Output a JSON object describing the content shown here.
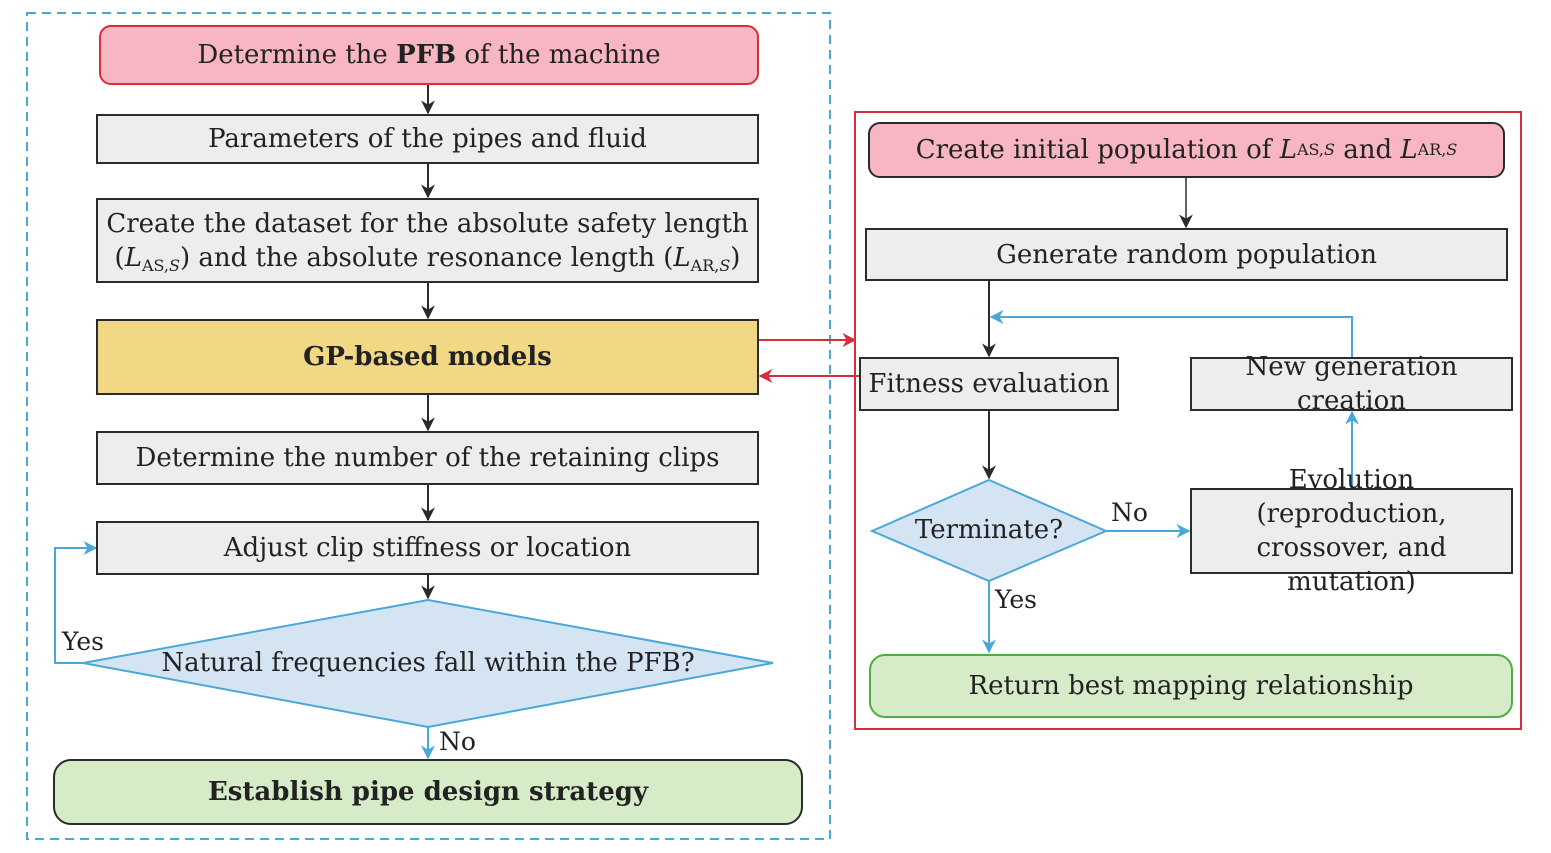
{
  "left_flow": {
    "step1": {
      "pre": "Determine the ",
      "bold": "PFB",
      "post": " of the machine"
    },
    "step2": "Parameters of the pipes and fluid",
    "step3": {
      "line1": "Create the dataset for the absolute safety length",
      "line2_a": "(",
      "line2_var1": "L",
      "line2_sub1": "AS,",
      "line2_subvar1": "S",
      "line2_b": ") and the absolute resonance length (",
      "line2_var2": "L",
      "line2_sub2": "AR,",
      "line2_subvar2": "S",
      "line2_c": ")"
    },
    "step4": "GP-based models",
    "step5": "Determine the number of the retaining clips",
    "step6": "Adjust clip stiffness or location",
    "decision": "Natural frequencies fall within the PFB?",
    "yes_label": "Yes",
    "no_label": "No",
    "final": "Establish pipe design strategy"
  },
  "right_flow": {
    "start": {
      "pre": "Create initial population of ",
      "var1": "L",
      "sub1": "AS,",
      "subvar1": "S",
      "mid": " and ",
      "var2": "L",
      "sub2": "AR,",
      "subvar2": "S"
    },
    "generate": "Generate random population",
    "fitness": "Fitness evaluation",
    "new_gen": "New generation creation",
    "decision": "Terminate?",
    "no_label": "No",
    "yes_label": "Yes",
    "evolution_line1": "Evolution (reproduction,",
    "evolution_line2": "crossover, and mutation)",
    "final": "Return best mapping relationship"
  },
  "colors": {
    "dashed_frame": "#4aa8d8",
    "solid_frame": "#d42f3a",
    "black_arrow": "#2b2b2b",
    "blue_arrow": "#4aa8d8",
    "red_arrow": "#d42f3a",
    "decision_fill": "#d4e4f2"
  }
}
